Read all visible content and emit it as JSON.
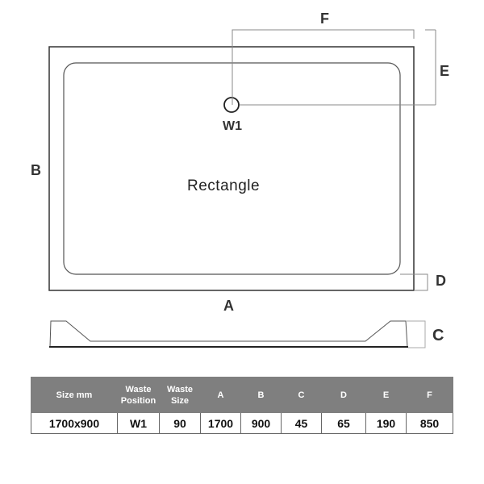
{
  "diagram": {
    "shape_label": "Rectangle",
    "waste_label": "W1",
    "dimension_labels": {
      "A": "A",
      "B": "B",
      "C": "C",
      "D": "D",
      "E": "E",
      "F": "F"
    }
  },
  "table": {
    "headers": [
      "Size mm",
      "Waste Position",
      "Waste Size",
      "A",
      "B",
      "C",
      "D",
      "E",
      "F"
    ],
    "rows": [
      [
        "1700x900",
        "W1",
        "90",
        "1700",
        "900",
        "45",
        "65",
        "190",
        "850"
      ]
    ]
  },
  "colors": {
    "header_bg": "#7f7f7f",
    "line": "#333333"
  }
}
